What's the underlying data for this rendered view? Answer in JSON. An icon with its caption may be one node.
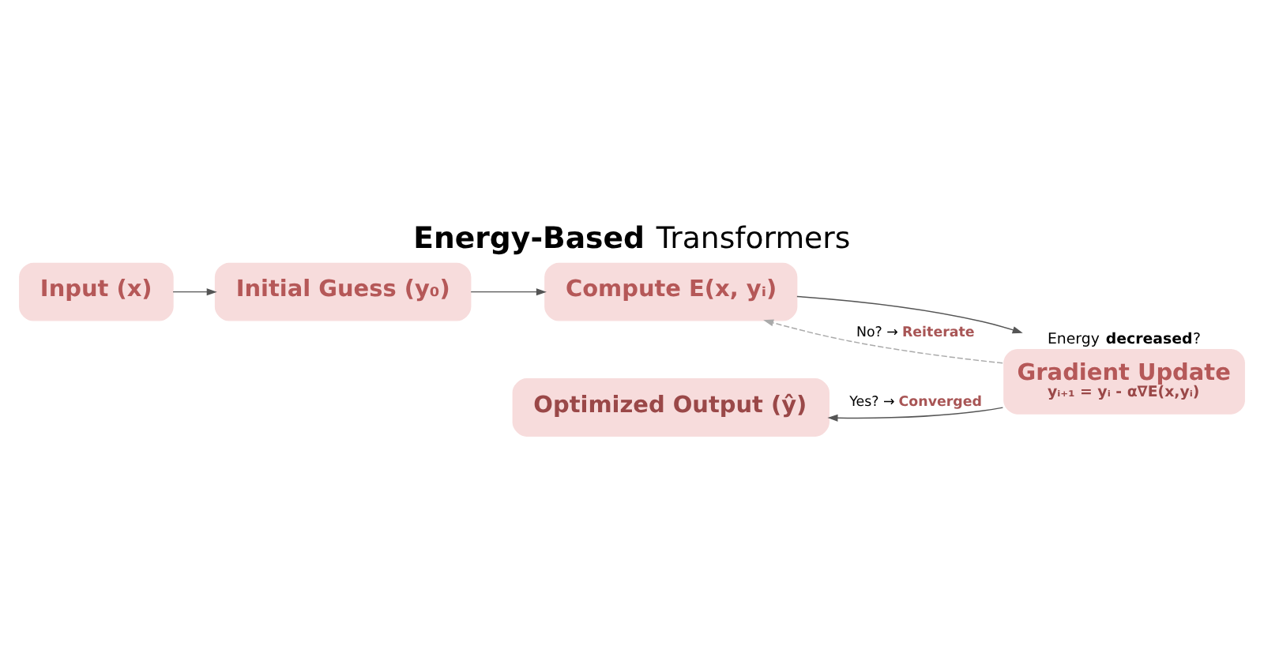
{
  "diagram": {
    "title": "**Energy-Based** Transformers",
    "nodes": [
      {
        "text": [
          "Input (x)"
        ]
      },
      {
        "text": [
          "Initial Guess (y₀)"
        ]
      },
      {
        "text": [
          "Compute E(x, yᵢ)"
        ]
      },
      {
        "text": [
          "Gradient Update",
          "yᵢ₊₁ = yᵢ - α∇E(x,yᵢ)"
        ],
        "beside": [
          "Energy **decreased**?"
        ]
      },
      {
        "text": [
          "Optimized Output (ŷ)"
        ]
      }
    ],
    "edges": [
      {
        "from": 0,
        "to": 1,
        "arrow": "to"
      },
      {
        "from": 1,
        "to": 2,
        "arrow": "to"
      },
      {
        "from": 2,
        "to": 3,
        "arrow": "to"
      },
      {
        "from": 3,
        "to": 2,
        "arrow": "to",
        "label": "No? → **Reiterate**",
        "style": "dashed",
        "color": "#aaaaaa"
      },
      {
        "from": 3,
        "to": 4,
        "arrow": "to",
        "label": "Yes? → **Converged**"
      }
    ]
  }
}
